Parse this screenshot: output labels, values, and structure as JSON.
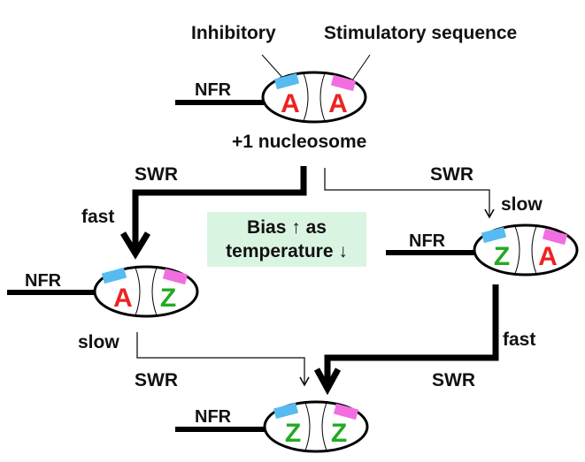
{
  "labels": {
    "inhibitory": "Inhibitory",
    "stimulatory": "Stimulatory sequence",
    "plus1_nucleosome": "+1 nucleosome",
    "nfr": "NFR",
    "swr": "SWR",
    "fast": "fast",
    "slow": "slow"
  },
  "note": {
    "line1": "Bias ↑ as",
    "line2": "temperature ↓"
  },
  "colors": {
    "inhibitory_site": "#55bbf0",
    "stimulatory_site": "#f06ee0",
    "histone_A": "#ee2222",
    "histone_Z": "#22aa22",
    "note_bg": "#d9f5e2"
  },
  "nucleosomes": [
    {
      "id": "top",
      "left": "A",
      "right": "A"
    },
    {
      "id": "mid-left",
      "left": "A",
      "right": "Z"
    },
    {
      "id": "mid-right",
      "left": "Z",
      "right": "A"
    },
    {
      "id": "bottom",
      "left": "Z",
      "right": "Z"
    }
  ],
  "transitions": [
    {
      "from": "top",
      "to": "mid-left",
      "enzyme": "SWR",
      "rate": "fast"
    },
    {
      "from": "top",
      "to": "mid-right",
      "enzyme": "SWR",
      "rate": "slow"
    },
    {
      "from": "mid-left",
      "to": "bottom",
      "enzyme": "SWR",
      "rate": "slow"
    },
    {
      "from": "mid-right",
      "to": "bottom",
      "enzyme": "SWR",
      "rate": "fast"
    }
  ]
}
